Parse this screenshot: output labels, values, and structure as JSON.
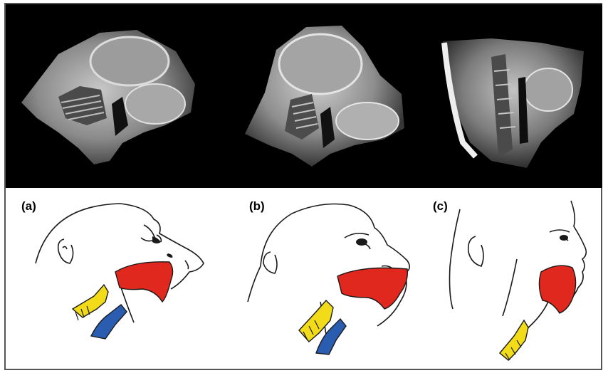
{
  "figure": {
    "panels": [
      {
        "label": "(a)"
      },
      {
        "label": "(b)"
      },
      {
        "label": "(c)"
      }
    ],
    "colors": {
      "tongue": "#e0281e",
      "larynx": "#f2dc1a",
      "airway": "#2a5cb0",
      "mri_background": "#000000",
      "outline": "#1a1a1a"
    }
  }
}
